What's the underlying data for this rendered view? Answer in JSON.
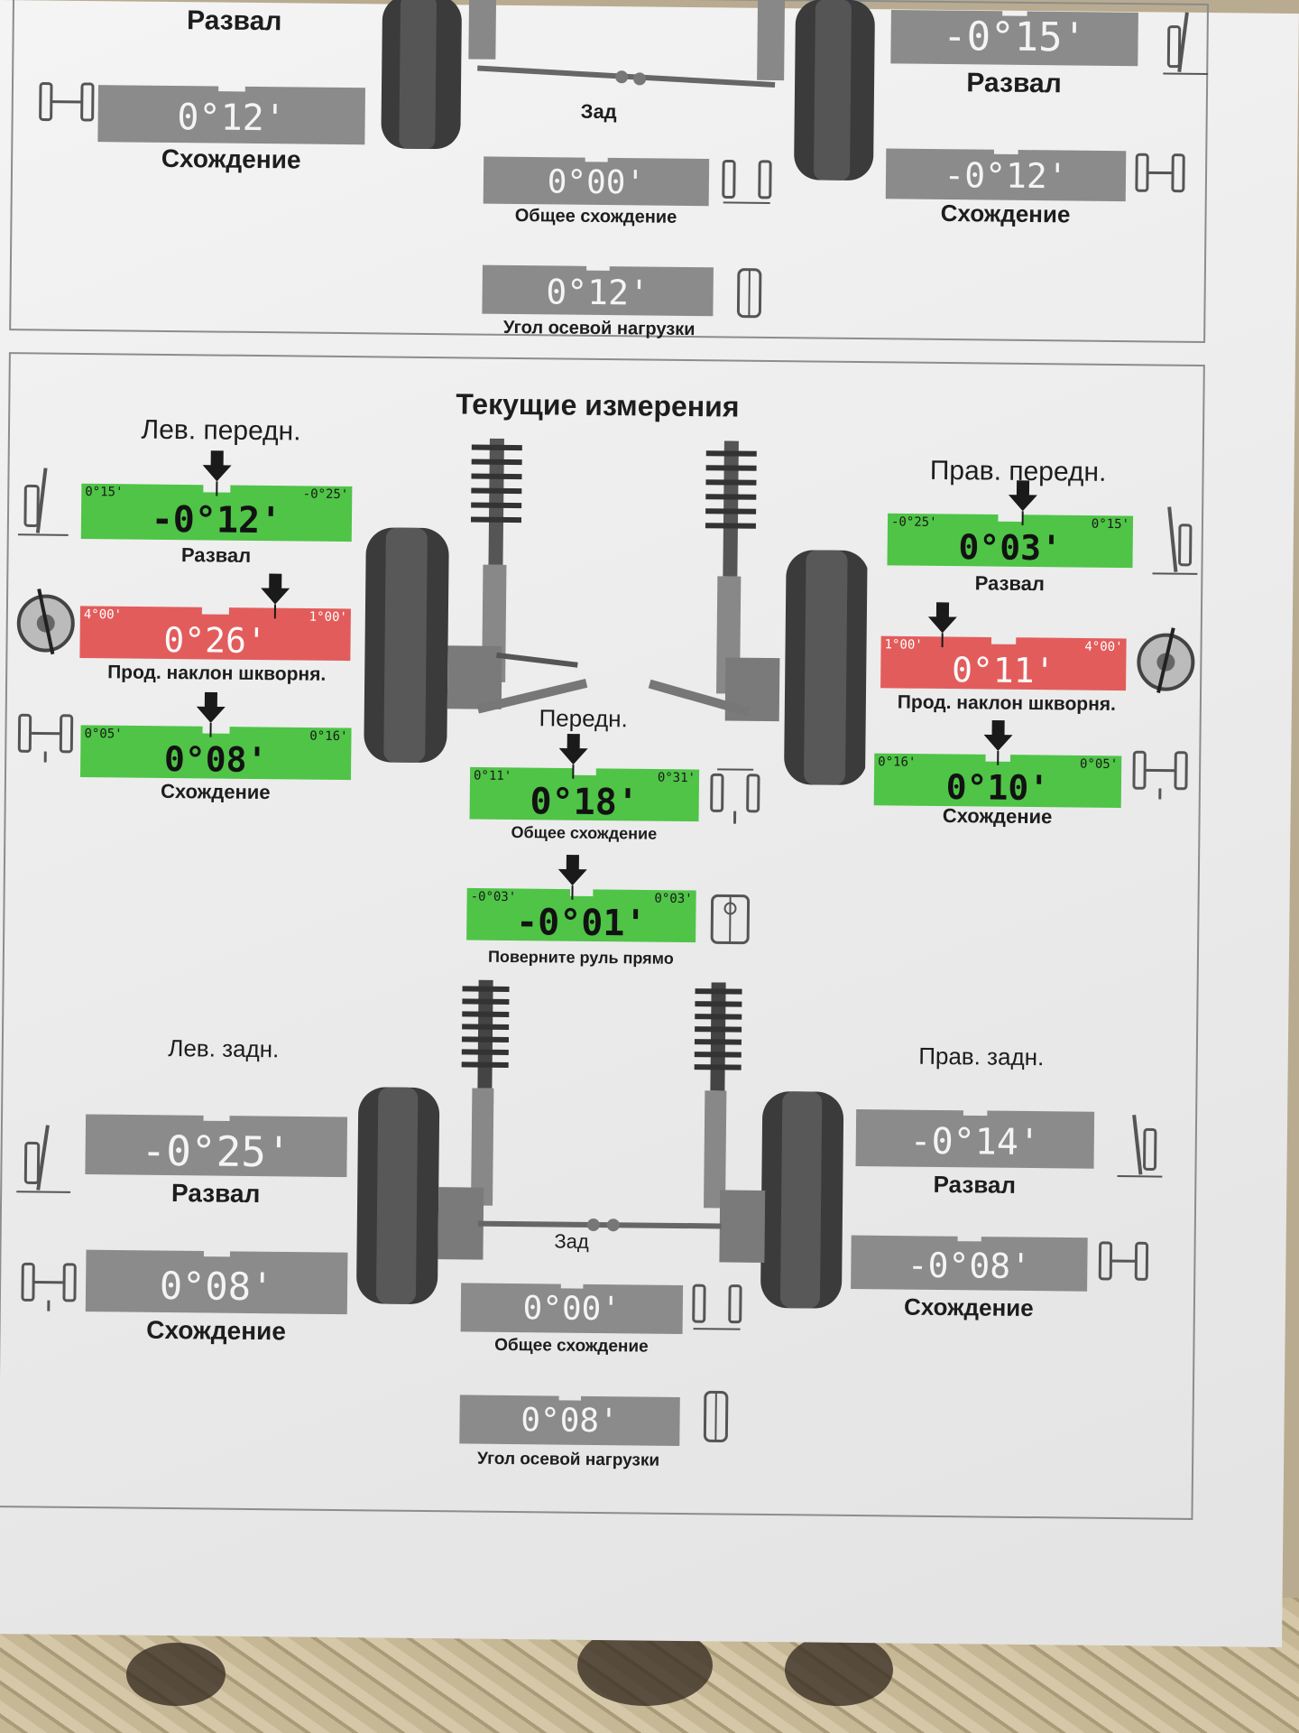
{
  "colors": {
    "green": "#4fc447",
    "red": "#e35c5c",
    "gray": "#8b8b8b",
    "arrow": "#1a1a1a"
  },
  "top_section": {
    "rear_label": "Зад",
    "gauges": {
      "left_camber": {
        "value": "",
        "label": "Развал"
      },
      "left_toe": {
        "value": "0°12'",
        "label": "Схождение"
      },
      "right_camber": {
        "value": "-0°15'",
        "label": "Развал"
      },
      "right_toe": {
        "value": "-0°12'",
        "label": "Схождение"
      },
      "total_toe": {
        "value": "0°00'",
        "label": "Общее схождение"
      },
      "thrust": {
        "value": "0°12'",
        "label": "Угол осевой нагрузки"
      }
    }
  },
  "main": {
    "title": "Текущие измерения",
    "front": {
      "left_label": "Лев. передн.",
      "right_label": "Прав. передн.",
      "axle_label": "Передн.",
      "left_camber": {
        "value": "-0°12'",
        "min": "0°15'",
        "max": "-0°25'",
        "indicator": 0.5,
        "label": "Развал"
      },
      "left_caster": {
        "value": "0°26'",
        "min": "4°00'",
        "max": "1°00'",
        "indicator": 0.72,
        "label": "Прод. наклон шкворня."
      },
      "left_toe": {
        "value": "0°08'",
        "min": "0°05'",
        "max": "0°16'",
        "indicator": 0.48,
        "label": "Схождение"
      },
      "right_camber": {
        "value": "0°03'",
        "min": "-0°25'",
        "max": "0°15'",
        "indicator": 0.55,
        "label": "Развал"
      },
      "right_caster": {
        "value": "0°11'",
        "min": "1°00'",
        "max": "4°00'",
        "indicator": 0.25,
        "label": "Прод. наклон шкворня."
      },
      "right_toe": {
        "value": "0°10'",
        "min": "0°16'",
        "max": "0°05'",
        "indicator": 0.5,
        "label": "Схождение"
      },
      "total_toe": {
        "value": "0°18'",
        "min": "0°11'",
        "max": "0°31'",
        "indicator": 0.45,
        "label": "Общее схождение"
      },
      "steering": {
        "value": "-0°01'",
        "min": "-0°03'",
        "max": "0°03'",
        "indicator": 0.46,
        "label": "Поверните руль прямо"
      }
    },
    "rear": {
      "left_label": "Лев. задн.",
      "right_label": "Прав. задн.",
      "axle_label": "Зад",
      "left_camber": {
        "value": "-0°25'",
        "label": "Развал"
      },
      "left_toe": {
        "value": "0°08'",
        "label": "Схождение"
      },
      "right_camber": {
        "value": "-0°14'",
        "label": "Развал"
      },
      "right_toe": {
        "value": "-0°08'",
        "label": "Схождение"
      },
      "total_toe": {
        "value": "0°00'",
        "label": "Общее схождение"
      },
      "thrust": {
        "value": "0°08'",
        "label": "Угол осевой нагрузки"
      }
    }
  },
  "icons": [
    "camber-icon",
    "toe-icon",
    "caster-icon",
    "total-toe-icon",
    "steering-icon",
    "thrust-icon",
    "suspension-strut-icon",
    "wheel-icon"
  ]
}
